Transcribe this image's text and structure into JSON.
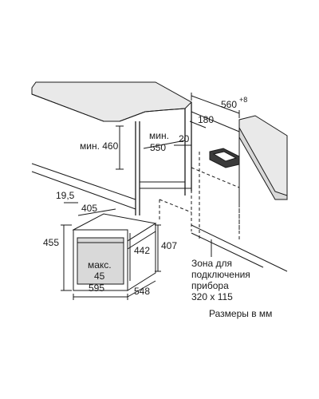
{
  "diagram": {
    "dimensions": {
      "countertop_depth": "560",
      "countertop_depth_tolerance": "+8",
      "niche_width_min_label": "мин.",
      "niche_width_min_value": "550",
      "niche_height_label": "мин. 460",
      "top_gap": "20",
      "side_clearance": "180",
      "oven_offset": "19,5",
      "oven_panel_width": "405",
      "oven_height": "455",
      "oven_body_height": "442",
      "oven_side_height": "407",
      "handle_gap_label": "макс.",
      "handle_gap_value": "45",
      "oven_width": "595",
      "oven_depth": "548"
    },
    "connection_zone": {
      "line1": "Зона для",
      "line2": "подключения",
      "line3": "прибора",
      "line4": "320 x 115"
    },
    "units_note": "Размеры в мм"
  }
}
